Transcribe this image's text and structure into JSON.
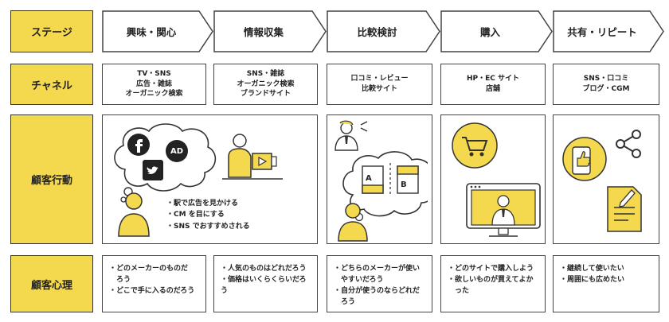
{
  "labels": {
    "stage": "ステージ",
    "channel": "チャネル",
    "behavior": "顧客行動",
    "psych": "顧客心理"
  },
  "stages": [
    "興味・関心",
    "情報収集",
    "比較検討",
    "購入",
    "共有・リピート"
  ],
  "channels": [
    [
      "TV・SNS",
      "広告・雑誌",
      "オーガニック検索"
    ],
    [
      "SNS・雑誌",
      "オーガニック検索",
      "ブランドサイト"
    ],
    [
      "口コミ・レビュー",
      "比較サイト"
    ],
    [
      "HP・EC サイト",
      "店舗"
    ],
    [
      "SNS・口コミ",
      "ブログ・CGM"
    ]
  ],
  "behavior": {
    "ad_badge": "AD",
    "compare_a": "A",
    "compare_b": "B",
    "bullets": [
      "・駅で広告を見かける",
      "・CM を目にする",
      "・SNS でおすすめされる"
    ],
    "icons": [
      "facebook-icon",
      "twitter-icon",
      "ad-icon",
      "person-icon",
      "presentation-icon",
      "businessman-icon",
      "shopping-cart-icon",
      "monitor-icon",
      "thumbs-up-phone-icon",
      "share-icon",
      "document-pen-icon"
    ]
  },
  "psych": [
    [
      "・どのメーカーのものだ",
      "　ろう",
      "・どこで手に入るのだろう"
    ],
    [
      "・人気のものはどれだろう",
      "・価格はいくらくらいだろう"
    ],
    [
      "・どちらのメーカーが使い",
      "　やすいだろう",
      "・自分が使うのならどれだ",
      "　ろう"
    ],
    [
      "・どのサイトで購入しよう",
      "・欲しいものが買えてよか",
      "　った"
    ],
    [
      "・継続して使いたい",
      "・周囲にも広めたい"
    ]
  ],
  "colors": {
    "accent": "#f4d94f",
    "line": "#333333"
  }
}
